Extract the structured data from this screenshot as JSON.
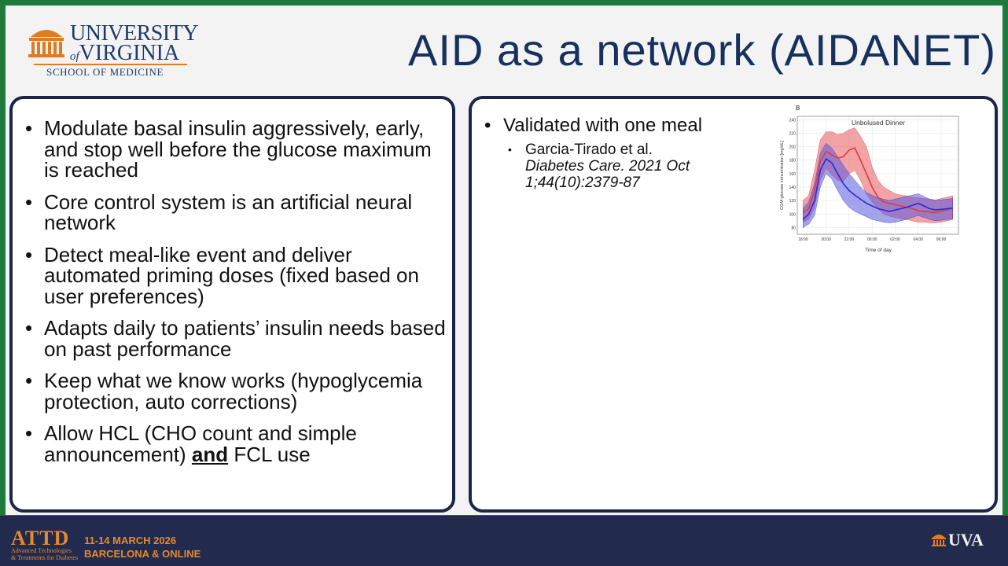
{
  "logo": {
    "name_line1": "UNIVERSITY",
    "name_line2_prefix": "of",
    "name_line2": "VIRGINIA",
    "school": "SCHOOL OF MEDICINE"
  },
  "slide": {
    "title": "AID as a network (AIDANET)"
  },
  "left_panel": {
    "bullets": [
      "Modulate basal insulin aggressively, early, and stop well before the glucose maximum is reached",
      "Core control system is an artificial neural network",
      "Detect meal-like event and deliver automated priming doses (fixed based on user preferences)",
      "Adapts daily to patients’ insulin needs based on past performance",
      "Keep what we know works (hypoglycemia protection, auto corrections)",
      "Allow HCL (CHO count and simple announcement)"
    ],
    "last_bullet_emphasis": "and",
    "last_bullet_tail": "FCL use"
  },
  "right_panel": {
    "bullet": "Validated with one meal",
    "ref_author": "Garcia-Tirado et al.",
    "ref_journal_line1": "Diabetes Care. 2021 Oct",
    "ref_journal_line2": "1;44(10):2379-87"
  },
  "chart_data": {
    "type": "line",
    "panel_letter": "B",
    "title": "Unbolused Dinner",
    "xlabel": "Time of day",
    "ylabel": "CGM glucose concentration [mg/dL]",
    "x_ticks": [
      "18:00",
      "20:00",
      "22:00",
      "00:00",
      "02:00",
      "04:00",
      "06:00"
    ],
    "y_ticks": [
      80,
      100,
      120,
      140,
      160,
      180,
      200,
      220,
      240
    ],
    "ylim": [
      70,
      245
    ],
    "x_hours": [
      18,
      18.5,
      19,
      19.5,
      20,
      20.5,
      21,
      21.5,
      22,
      22.5,
      23,
      23.5,
      24,
      24.5,
      25,
      25.5,
      26,
      26.5,
      27,
      27.5,
      28,
      28.5,
      29,
      29.5,
      30,
      30.5,
      31
    ],
    "series": [
      {
        "color": "#e03a3a",
        "band_color": "#e8585c",
        "mean": [
          102,
          108,
          135,
          178,
          193,
          188,
          183,
          185,
          195,
          198,
          180,
          160,
          140,
          125,
          118,
          116,
          114,
          112,
          110,
          108,
          105,
          104,
          103,
          102,
          104,
          106,
          108
        ],
        "upper": [
          120,
          128,
          165,
          210,
          222,
          222,
          218,
          220,
          225,
          228,
          215,
          200,
          170,
          150,
          140,
          135,
          130,
          128,
          127,
          125,
          124,
          123,
          122,
          121,
          123,
          125,
          127
        ],
        "lower": [
          88,
          92,
          110,
          150,
          168,
          158,
          150,
          148,
          160,
          165,
          150,
          130,
          118,
          108,
          100,
          97,
          95,
          93,
          92,
          90,
          88,
          88,
          87,
          87,
          88,
          90,
          92
        ]
      },
      {
        "color": "#2a2ad8",
        "band_color": "#5a5ae0",
        "mean": [
          92,
          100,
          120,
          165,
          182,
          176,
          160,
          145,
          135,
          128,
          122,
          116,
          112,
          108,
          106,
          104,
          106,
          108,
          110,
          113,
          116,
          112,
          108,
          106,
          107,
          108,
          109
        ],
        "upper": [
          108,
          118,
          145,
          190,
          205,
          198,
          185,
          172,
          160,
          150,
          140,
          132,
          128,
          124,
          122,
          120,
          122,
          124,
          126,
          128,
          130,
          126,
          122,
          120,
          121,
          122,
          123
        ],
        "lower": [
          80,
          85,
          98,
          140,
          160,
          152,
          135,
          120,
          110,
          104,
          100,
          96,
          92,
          90,
          88,
          87,
          88,
          90,
          92,
          95,
          98,
          95,
          92,
          90,
          91,
          92,
          93
        ]
      }
    ],
    "grid": true
  },
  "footer": {
    "brand": "ATTD",
    "brand_sub1": "Advanced Technologies",
    "brand_sub2": "& Treatments for Diabetes",
    "dates": "11-14 MARCH 2026",
    "location": "BARCELONA & ONLINE",
    "right_logo": "UVA"
  }
}
